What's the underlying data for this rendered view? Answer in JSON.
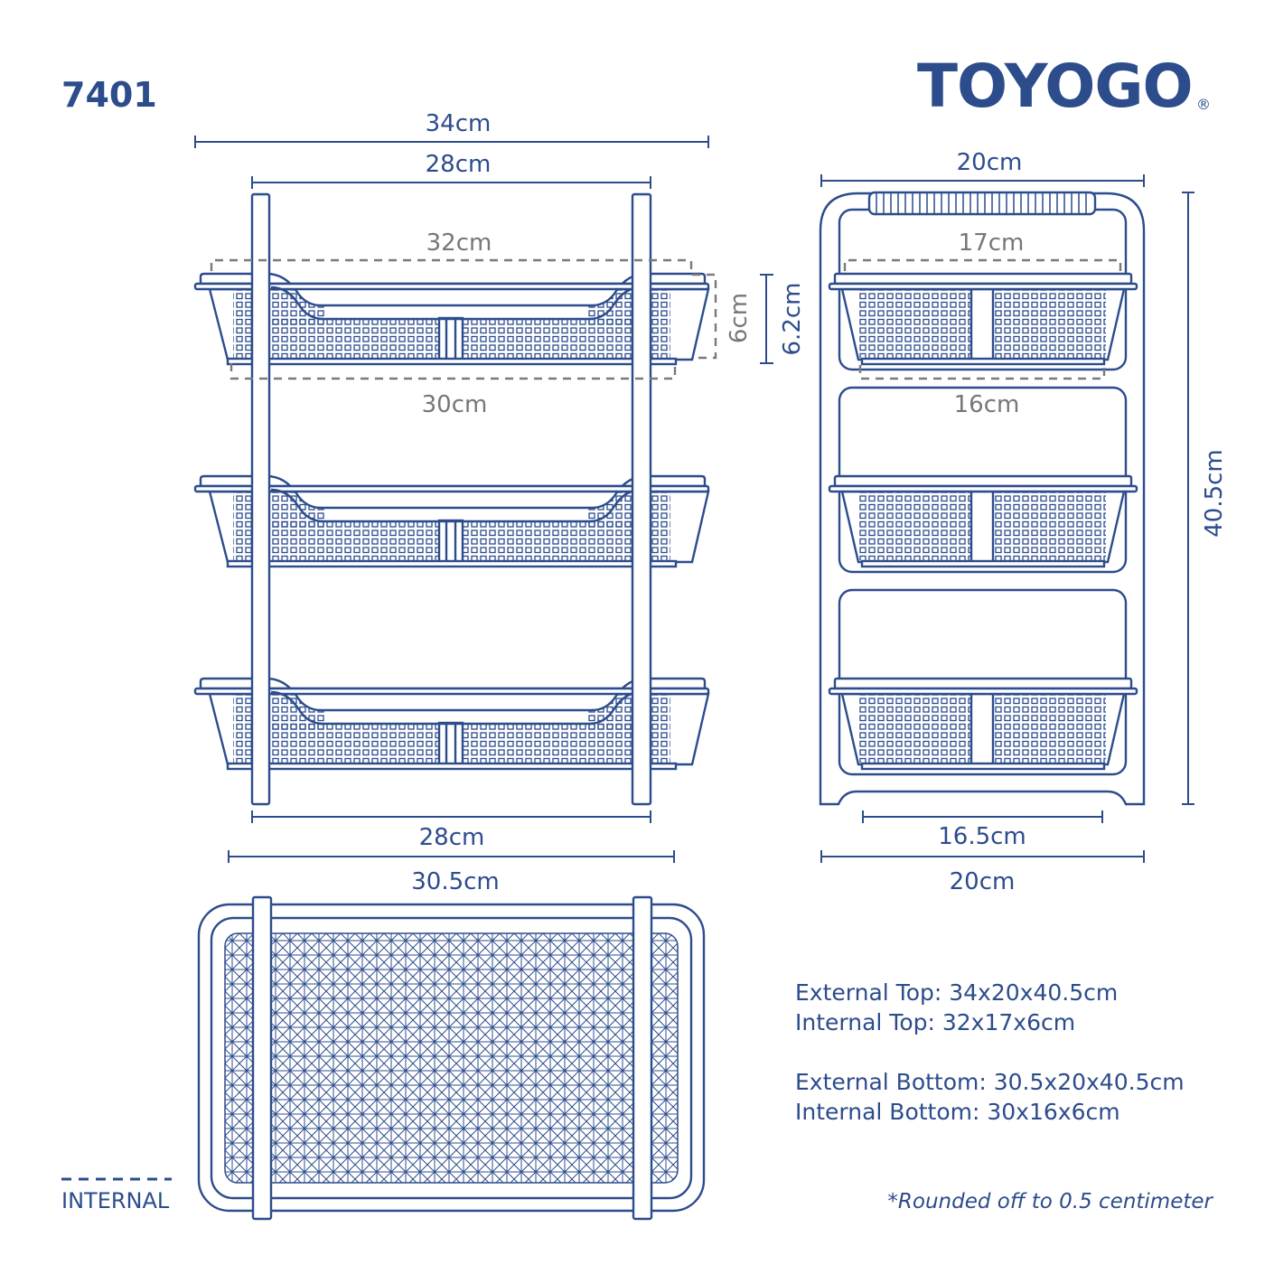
{
  "model": "7401",
  "brand": "TOYOGO",
  "brand_mark": "®",
  "colors": {
    "primary": "#2c4c8c",
    "internal_dim": "#777777"
  },
  "front_view": {
    "external_top_width": "34cm",
    "post_span_top": "28cm",
    "internal_top_width": "32cm",
    "internal_bottom_width": "30cm",
    "internal_height": "6cm",
    "external_basket_height": "6.2cm",
    "post_span_bottom": "28cm",
    "external_bottom_width": "30.5cm"
  },
  "side_view": {
    "top_width": "20cm",
    "internal_top_depth": "17cm",
    "internal_bottom_depth": "16cm",
    "height": "40.5cm",
    "foot_span": "16.5cm",
    "bottom_width": "20cm"
  },
  "specs": [
    "External Top: 34x20x40.5cm",
    "Internal Top: 32x17x6cm",
    "External Bottom: 30.5x20x40.5cm",
    "Internal Bottom: 30x16x6cm"
  ],
  "legend": {
    "internal_label": "INTERNAL"
  },
  "footnote": "*Rounded off to 0.5 centimeter"
}
